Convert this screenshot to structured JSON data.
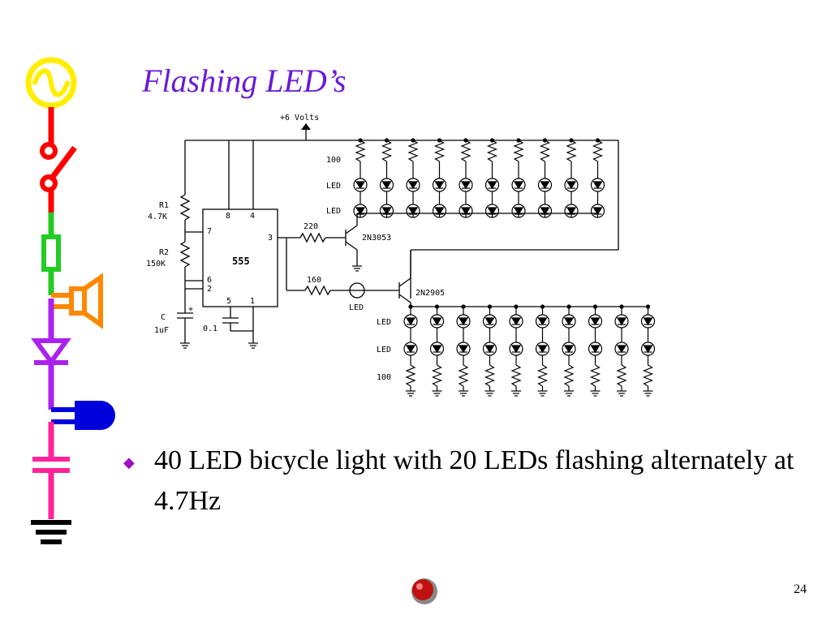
{
  "slide": {
    "title": "Flashing LED’s",
    "bullet_text": "40 LED bicycle light with 20 LEDs flashing alternately at 4.7Hz",
    "page_number": "24"
  },
  "circuit": {
    "supply_label": "+6 Volts",
    "ic_label": "555",
    "r1_label": "R1",
    "r1_value": "4.7K",
    "r2_label": "R2",
    "r2_value": "150K",
    "c_label": "C",
    "c_value": "1uF",
    "c2_value": "0.1",
    "pin_8": "8",
    "pin_4": "4",
    "pin_7": "7",
    "pin_3": "3",
    "pin_6": "6",
    "pin_2": "2",
    "pin_5": "5",
    "pin_1": "1",
    "plus_sign": "+",
    "r_base1": "220",
    "r_base2": "160",
    "transistor1": "2N3053",
    "transistor2": "2N2905",
    "led_label": "LED",
    "resistor_100": "100",
    "top_led_columns": 10,
    "bottom_led_columns": 10
  },
  "colors": {
    "title": "#6a1bd6",
    "bullet": "#a010c0",
    "deco_yellow": "#ffee00",
    "deco_red": "#ff0000",
    "deco_green": "#22cc22",
    "deco_orange": "#ff8800",
    "deco_purple": "#aa22ee",
    "deco_blue": "#0000dd",
    "deco_pink": "#ff2299",
    "deco_black": "#000000"
  }
}
